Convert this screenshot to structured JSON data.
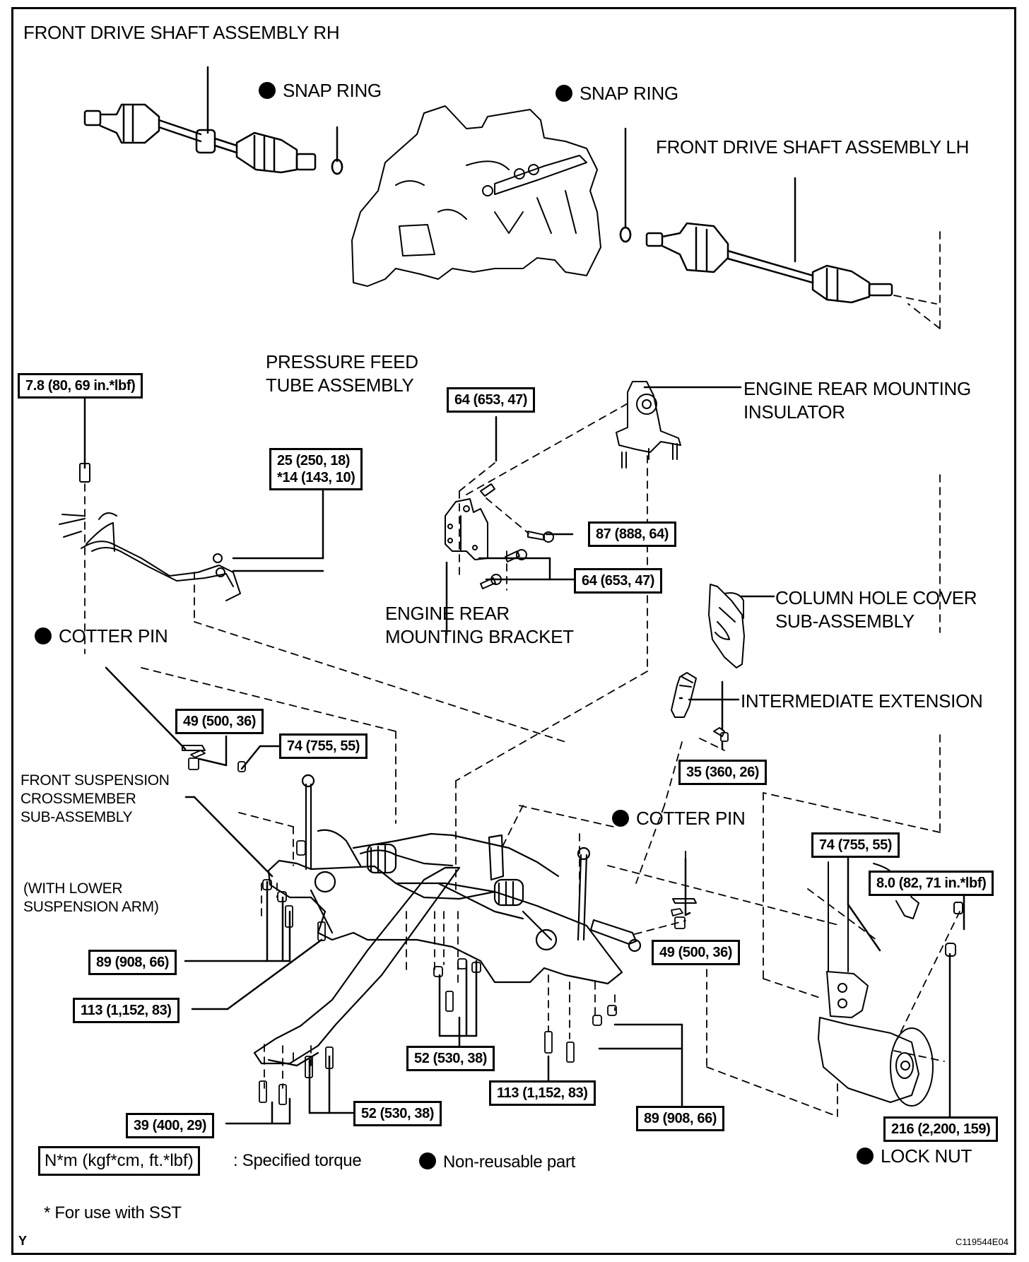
{
  "diagram": {
    "type": "exploded-parts-diagram",
    "figure_code": "C119544E04",
    "corner_mark": "Y"
  },
  "parts": {
    "drive_shaft_rh": "FRONT DRIVE SHAFT ASSEMBLY RH",
    "snap_ring_rh": "SNAP RING",
    "snap_ring_lh": "SNAP RING",
    "drive_shaft_lh": "FRONT DRIVE SHAFT ASSEMBLY LH",
    "pressure_feed_tube_1": "PRESSURE FEED",
    "pressure_feed_tube_2": "TUBE ASSEMBLY",
    "engine_rear_mounting_insulator_1": "ENGINE REAR MOUNTING",
    "engine_rear_mounting_insulator_2": "INSULATOR",
    "engine_rear_mounting_bracket_1": "ENGINE REAR",
    "engine_rear_mounting_bracket_2": "MOUNTING BRACKET",
    "column_hole_cover_1": "COLUMN HOLE COVER",
    "column_hole_cover_2": "SUB-ASSEMBLY",
    "cotter_pin_left": "COTTER PIN",
    "intermediate_extension": "INTERMEDIATE EXTENSION",
    "crossmember_1": "FRONT SUSPENSION",
    "crossmember_2": "CROSSMEMBER",
    "crossmember_3": "SUB-ASSEMBLY",
    "lower_arm_1": "(WITH LOWER",
    "lower_arm_2": "SUSPENSION ARM)",
    "cotter_pin_right": "COTTER PIN",
    "lock_nut": "LOCK NUT"
  },
  "non_reusable": [
    "snap_ring_rh",
    "snap_ring_lh",
    "cotter_pin_left",
    "cotter_pin_right",
    "lock_nut"
  ],
  "torques": {
    "pressure_tube_bolt": "7.8 (80, 69 in.*lbf)",
    "pressure_tube_union_1": "25 (250, 18)",
    "pressure_tube_union_2": "*14 (143, 10)",
    "bracket_top_bolt": "64 (653, 47)",
    "bracket_through_bolt": "87 (888, 64)",
    "bracket_lower_bolts": "64 (653, 47)",
    "tie_rod_nut_left": "49 (500, 36)",
    "stabilizer_link_nut_left": "74 (755, 55)",
    "intermediate_extension_bolt": "35 (360, 26)",
    "stabilizer_link_nut_right": "74 (755, 55)",
    "speed_sensor_bolt": "8.0 (82, 71 in.*lbf)",
    "tie_rod_nut_right": "49 (500, 36)",
    "crossmember_front_left": "89 (908, 66)",
    "brace_bolt": "113 (1,152, 83)",
    "rack_mount_bolts": "52 (530, 38)",
    "brace_rear_bolts": "39 (400, 29)",
    "brace_mid_bolts": "52 (530, 38)",
    "crossmember_rear_right": "113 (1,152, 83)",
    "crossmember_right_nuts": "89 (908, 66)",
    "lock_nut_torque": "216 (2,200, 159)"
  },
  "legend": {
    "unit_box": "N*m (kgf*cm, ft.*lbf)",
    "unit_desc": ": Specified torque",
    "non_reusable_desc": "Non-reusable part",
    "sst_note": "* For use with SST"
  }
}
